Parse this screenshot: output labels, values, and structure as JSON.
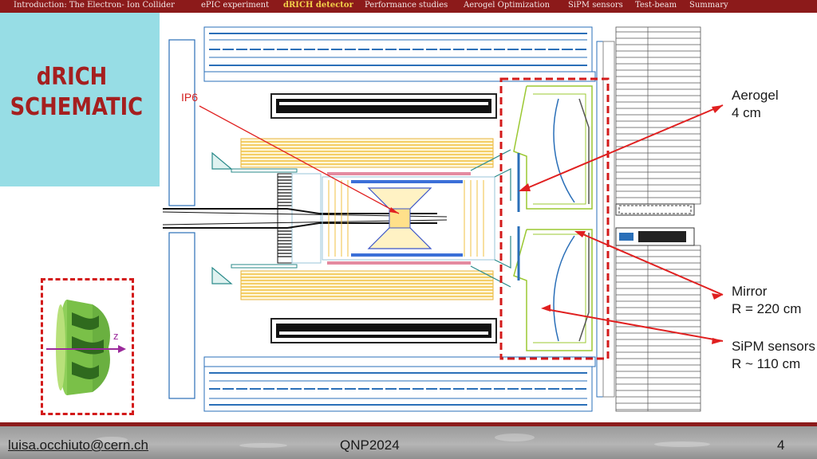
{
  "nav": {
    "items": [
      "Introduction: The Electron- Ion Collider",
      "ePIC experiment",
      "dRICH detector",
      "Performance studies",
      "Aerogel Optimization",
      "SiPM sensors",
      "Test-beam",
      "Summary"
    ],
    "active_index": 2
  },
  "slide": {
    "title_line1": "dRICH",
    "title_line2": "SCHEMATIC"
  },
  "diagram": {
    "ip_label": "IP6",
    "annotations": [
      {
        "line1": "Aerogel",
        "line2": "4 cm"
      },
      {
        "line1": "Mirror",
        "line2": "R = 220 cm"
      },
      {
        "line1": "SiPM sensors",
        "line2": "R ~ 110 cm"
      }
    ],
    "inset_axis_label": "z",
    "colors": {
      "arrow": "#e02020",
      "dashed_box": "#d31a1a",
      "axis": "#9b2a9b",
      "calorimeter": "#f0c040",
      "beam": "#2a6fb8"
    }
  },
  "footer": {
    "email": "luisa.occhiuto@cern.ch",
    "conference": "QNP2024",
    "page_number": "4"
  }
}
